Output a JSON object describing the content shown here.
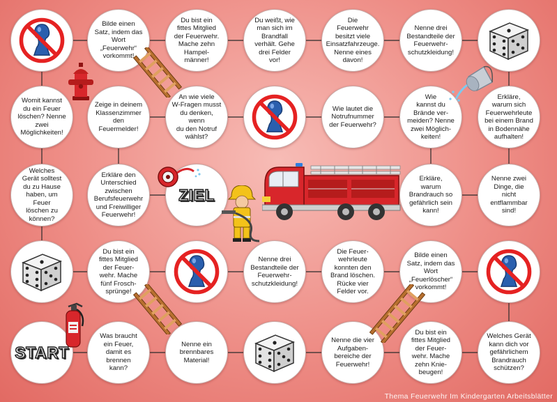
{
  "board": {
    "cells": [
      {
        "id": "r1c1",
        "type": "nopawn"
      },
      {
        "id": "r1c2",
        "type": "text",
        "text": "Bilde einen\nSatz, indem das\nWort\n„Feuerwehr“\nvorkommt!"
      },
      {
        "id": "r1c3",
        "type": "text",
        "text": "Du bist ein\nfittes Mitglied\nder Feuerwehr.\nMache zehn\nHampel-\nmänner!"
      },
      {
        "id": "r1c4",
        "type": "text",
        "text": "Du weißt, wie\nman sich im\nBrandfall\nverhält. Gehe\ndrei Felder\nvor!"
      },
      {
        "id": "r1c5",
        "type": "text",
        "text": "Die\nFeuerwehr\nbesitzt viele\nEinsatzfahrzeuge.\nNenne eines\ndavon!"
      },
      {
        "id": "r1c6",
        "type": "text",
        "text": "Nenne drei\nBestandteile der\nFeuerwehr-\nschutzkleidung!"
      },
      {
        "id": "r1c7",
        "type": "dice"
      },
      {
        "id": "r2c1",
        "type": "text",
        "text": "Womit kannst\ndu ein Feuer\nlöschen? Nenne\nzwei\nMöglichkeiten!"
      },
      {
        "id": "r2c2",
        "type": "text",
        "text": "Zeige in deinem\nKlassenzimmer\nden\nFeuermelder!"
      },
      {
        "id": "r2c3",
        "type": "text",
        "text": "An wie viele\nW-Fragen musst\ndu denken, wenn\ndu den Notruf\nwählst?"
      },
      {
        "id": "r2c4",
        "type": "nopawn"
      },
      {
        "id": "r2c5",
        "type": "text",
        "text": "Wie lautet die\nNotrufnummer\nder Feuerwehr?"
      },
      {
        "id": "r2c6",
        "type": "text",
        "text": "Wie\nkannst du\nBrände ver-\nmeiden? Nenne\nzwei Möglich-\nkeiten!"
      },
      {
        "id": "r2c7",
        "type": "text",
        "text": "Erkläre,\nwarum sich\nFeuerwehrleute\nbei einem Brand\nin Bodennähe\naufhalten!"
      },
      {
        "id": "r3c1",
        "type": "text",
        "text": "Welches\nGerät solltest\ndu zu Hause\nhaben, um Feuer\nlöschen zu\nkönnen?"
      },
      {
        "id": "r3c2",
        "type": "text",
        "text": "Erkläre den\nUnterschied\nzwischen\nBerufsfeuerwehr\nund Freiwilliger\nFeuerwehr!"
      },
      {
        "id": "r3c3",
        "type": "label",
        "text": "ZIEL"
      },
      {
        "id": "r3c6",
        "type": "text",
        "text": "Erkläre,\nwarum\nBrandrauch so\ngefährlich sein\nkann!"
      },
      {
        "id": "r3c7",
        "type": "text",
        "text": "Nenne zwei\nDinge, die\nnicht\nentflammbar\nsind!"
      },
      {
        "id": "r4c1",
        "type": "dice"
      },
      {
        "id": "r4c2",
        "type": "text",
        "text": "Du bist ein\nfittes Mitglied\nder Feuer-\nwehr. Mache\nfünf Frosch-\nsprünge!"
      },
      {
        "id": "r4c3",
        "type": "nopawn"
      },
      {
        "id": "r4c4",
        "type": "text",
        "text": "Nenne drei\nBestandteile der\nFeuerwehr-\nschutzkleidung!"
      },
      {
        "id": "r4c5",
        "type": "text",
        "text": "Die Feuer-\nwehrleute\nkonnten den\nBrand löschen.\nRücke vier\nFelder vor."
      },
      {
        "id": "r4c6",
        "type": "text",
        "text": "Bilde einen\nSatz, indem das\nWort\n„Feuerlöscher“\nvorkommt!"
      },
      {
        "id": "r4c7",
        "type": "nopawn"
      },
      {
        "id": "r5c1",
        "type": "label",
        "text": "START"
      },
      {
        "id": "r5c2",
        "type": "text",
        "text": "Was braucht\nein Feuer,\ndamit es\nbrennen\nkann?"
      },
      {
        "id": "r5c3",
        "type": "text",
        "text": "Nenne ein\nbrennbares\nMaterial!"
      },
      {
        "id": "r5c4",
        "type": "dice"
      },
      {
        "id": "r5c5",
        "type": "text",
        "text": "Nenne die vier\nAufgaben-\nbereiche der\nFeuerwehr!"
      },
      {
        "id": "r5c6",
        "type": "text",
        "text": "Du bist ein\nfittes Mitglied\nder Feuer-\nwehr. Mache\nzehn Knie-\nbeugen!"
      },
      {
        "id": "r5c7",
        "type": "text",
        "text": "Welches Gerät\nkann dich vor\ngefährlichem\nBrandrauch\nschützen?"
      }
    ]
  },
  "footer": "Thema Feuerwehr Im Kindergarten Arbeitsblätter",
  "colors": {
    "board": "#ee8d86",
    "nopawn_ring": "#e52222",
    "pawn": "#2a5fae",
    "truck": "#d8262b",
    "ladder": "#b8702f"
  },
  "icons": [
    "no-pawn-icon",
    "dice-icon",
    "fire-truck-icon",
    "firefighter-icon",
    "fire-hydrant-icon",
    "fire-extinguisher-icon",
    "hose-reel-icon",
    "ladder-icon",
    "water-bucket-icon"
  ]
}
